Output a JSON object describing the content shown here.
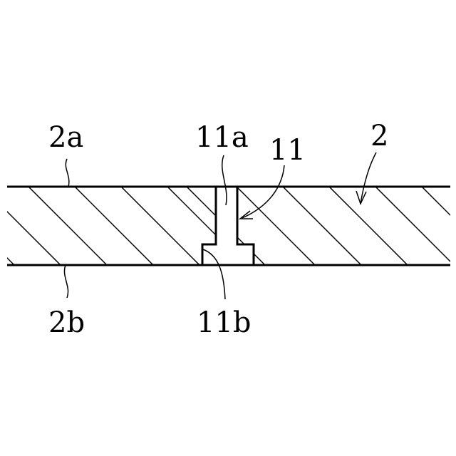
{
  "labels": {
    "surface_top": "2a",
    "surface_bottom": "2b",
    "member": "2",
    "hole": "11",
    "hole_small": "11a",
    "hole_large": "11b"
  },
  "colors": {
    "stroke": "#000000",
    "background": "#ffffff"
  }
}
